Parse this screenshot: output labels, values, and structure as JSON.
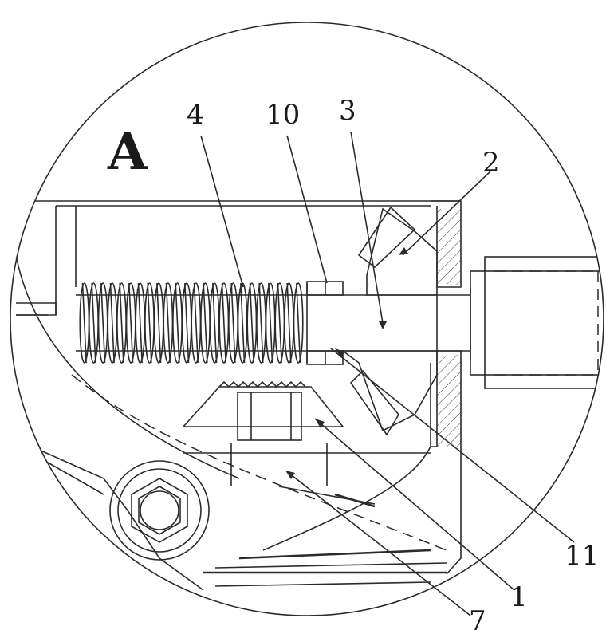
{
  "view_label": "A",
  "callouts": [
    {
      "id": "c4",
      "text": "4"
    },
    {
      "id": "c10",
      "text": "10"
    },
    {
      "id": "c3",
      "text": "3"
    },
    {
      "id": "c2",
      "text": "2"
    },
    {
      "id": "c11",
      "text": "11"
    },
    {
      "id": "c1",
      "text": "1"
    },
    {
      "id": "c7",
      "text": "7"
    }
  ],
  "colors": {
    "ink": "#2b2b2b",
    "paper": "#ffffff"
  }
}
